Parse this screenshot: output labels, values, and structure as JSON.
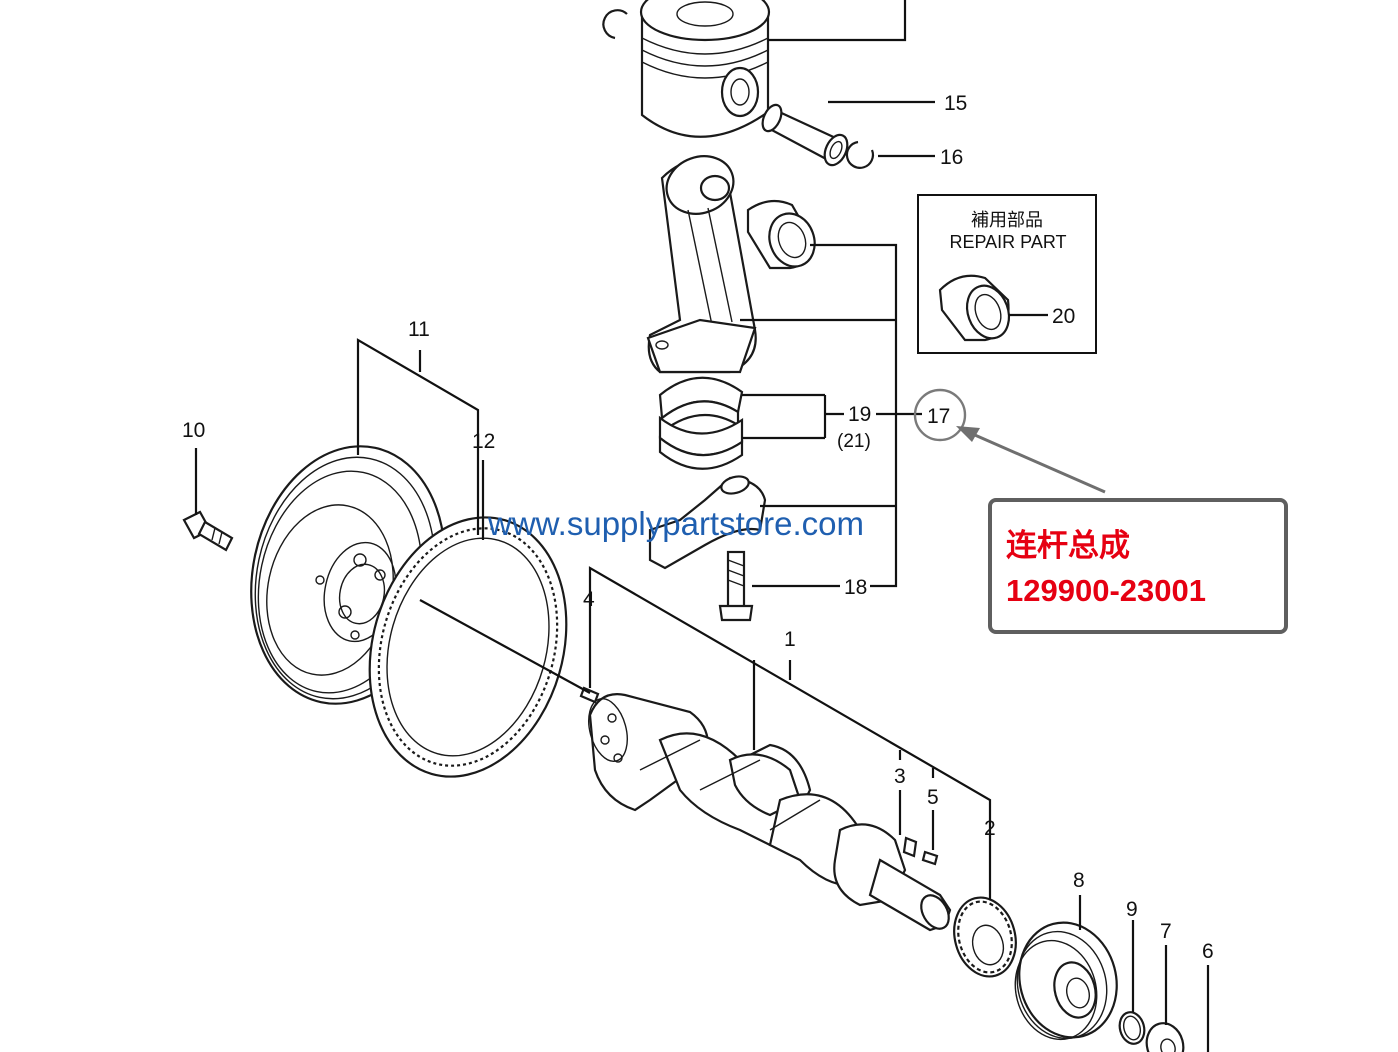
{
  "watermark": "www.supplypartstore.com",
  "repair_part_box": {
    "title_jp": "補用部品",
    "title_en": "REPAIR PART",
    "item": "20"
  },
  "callout": {
    "name_cn": "连杆总成",
    "part_number": "129900-23001",
    "target_item": "17",
    "accent_color": "#e60012",
    "highlight_circle_color": "#7a7a7a"
  },
  "labels": {
    "n1": "1",
    "n2": "2",
    "n3": "3",
    "n4": "4",
    "n5": "5",
    "n6": "6",
    "n7": "7",
    "n8": "8",
    "n9": "9",
    "n10": "10",
    "n11": "11",
    "n12": "12",
    "n15": "15",
    "n16": "16",
    "n17": "17",
    "n18": "18",
    "n19": "19",
    "n21": "(21)"
  }
}
